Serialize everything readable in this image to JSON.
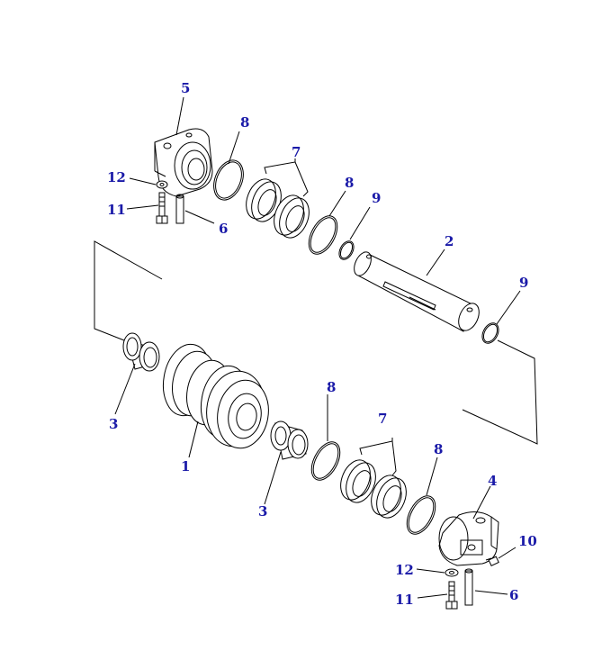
{
  "diagram": {
    "callouts": [
      {
        "id": "c5",
        "text": "5"
      },
      {
        "id": "c8a",
        "text": "8"
      },
      {
        "id": "c7a",
        "text": "7"
      },
      {
        "id": "c12a",
        "text": "12"
      },
      {
        "id": "c11a",
        "text": "11"
      },
      {
        "id": "c6a",
        "text": "6"
      },
      {
        "id": "c8b",
        "text": "8"
      },
      {
        "id": "c9a",
        "text": "9"
      },
      {
        "id": "c2",
        "text": "2"
      },
      {
        "id": "c9b",
        "text": "9"
      },
      {
        "id": "c3a",
        "text": "3"
      },
      {
        "id": "c1",
        "text": "1"
      },
      {
        "id": "c8c",
        "text": "8"
      },
      {
        "id": "c7b",
        "text": "7"
      },
      {
        "id": "c8d",
        "text": "8"
      },
      {
        "id": "c4",
        "text": "4"
      },
      {
        "id": "c3b",
        "text": "3"
      },
      {
        "id": "c10",
        "text": "10"
      },
      {
        "id": "c12b",
        "text": "12"
      },
      {
        "id": "c11b",
        "text": "11"
      },
      {
        "id": "c6b",
        "text": "6"
      }
    ],
    "colors": {
      "callout": "#1a1aa8",
      "line": "#000000"
    }
  }
}
